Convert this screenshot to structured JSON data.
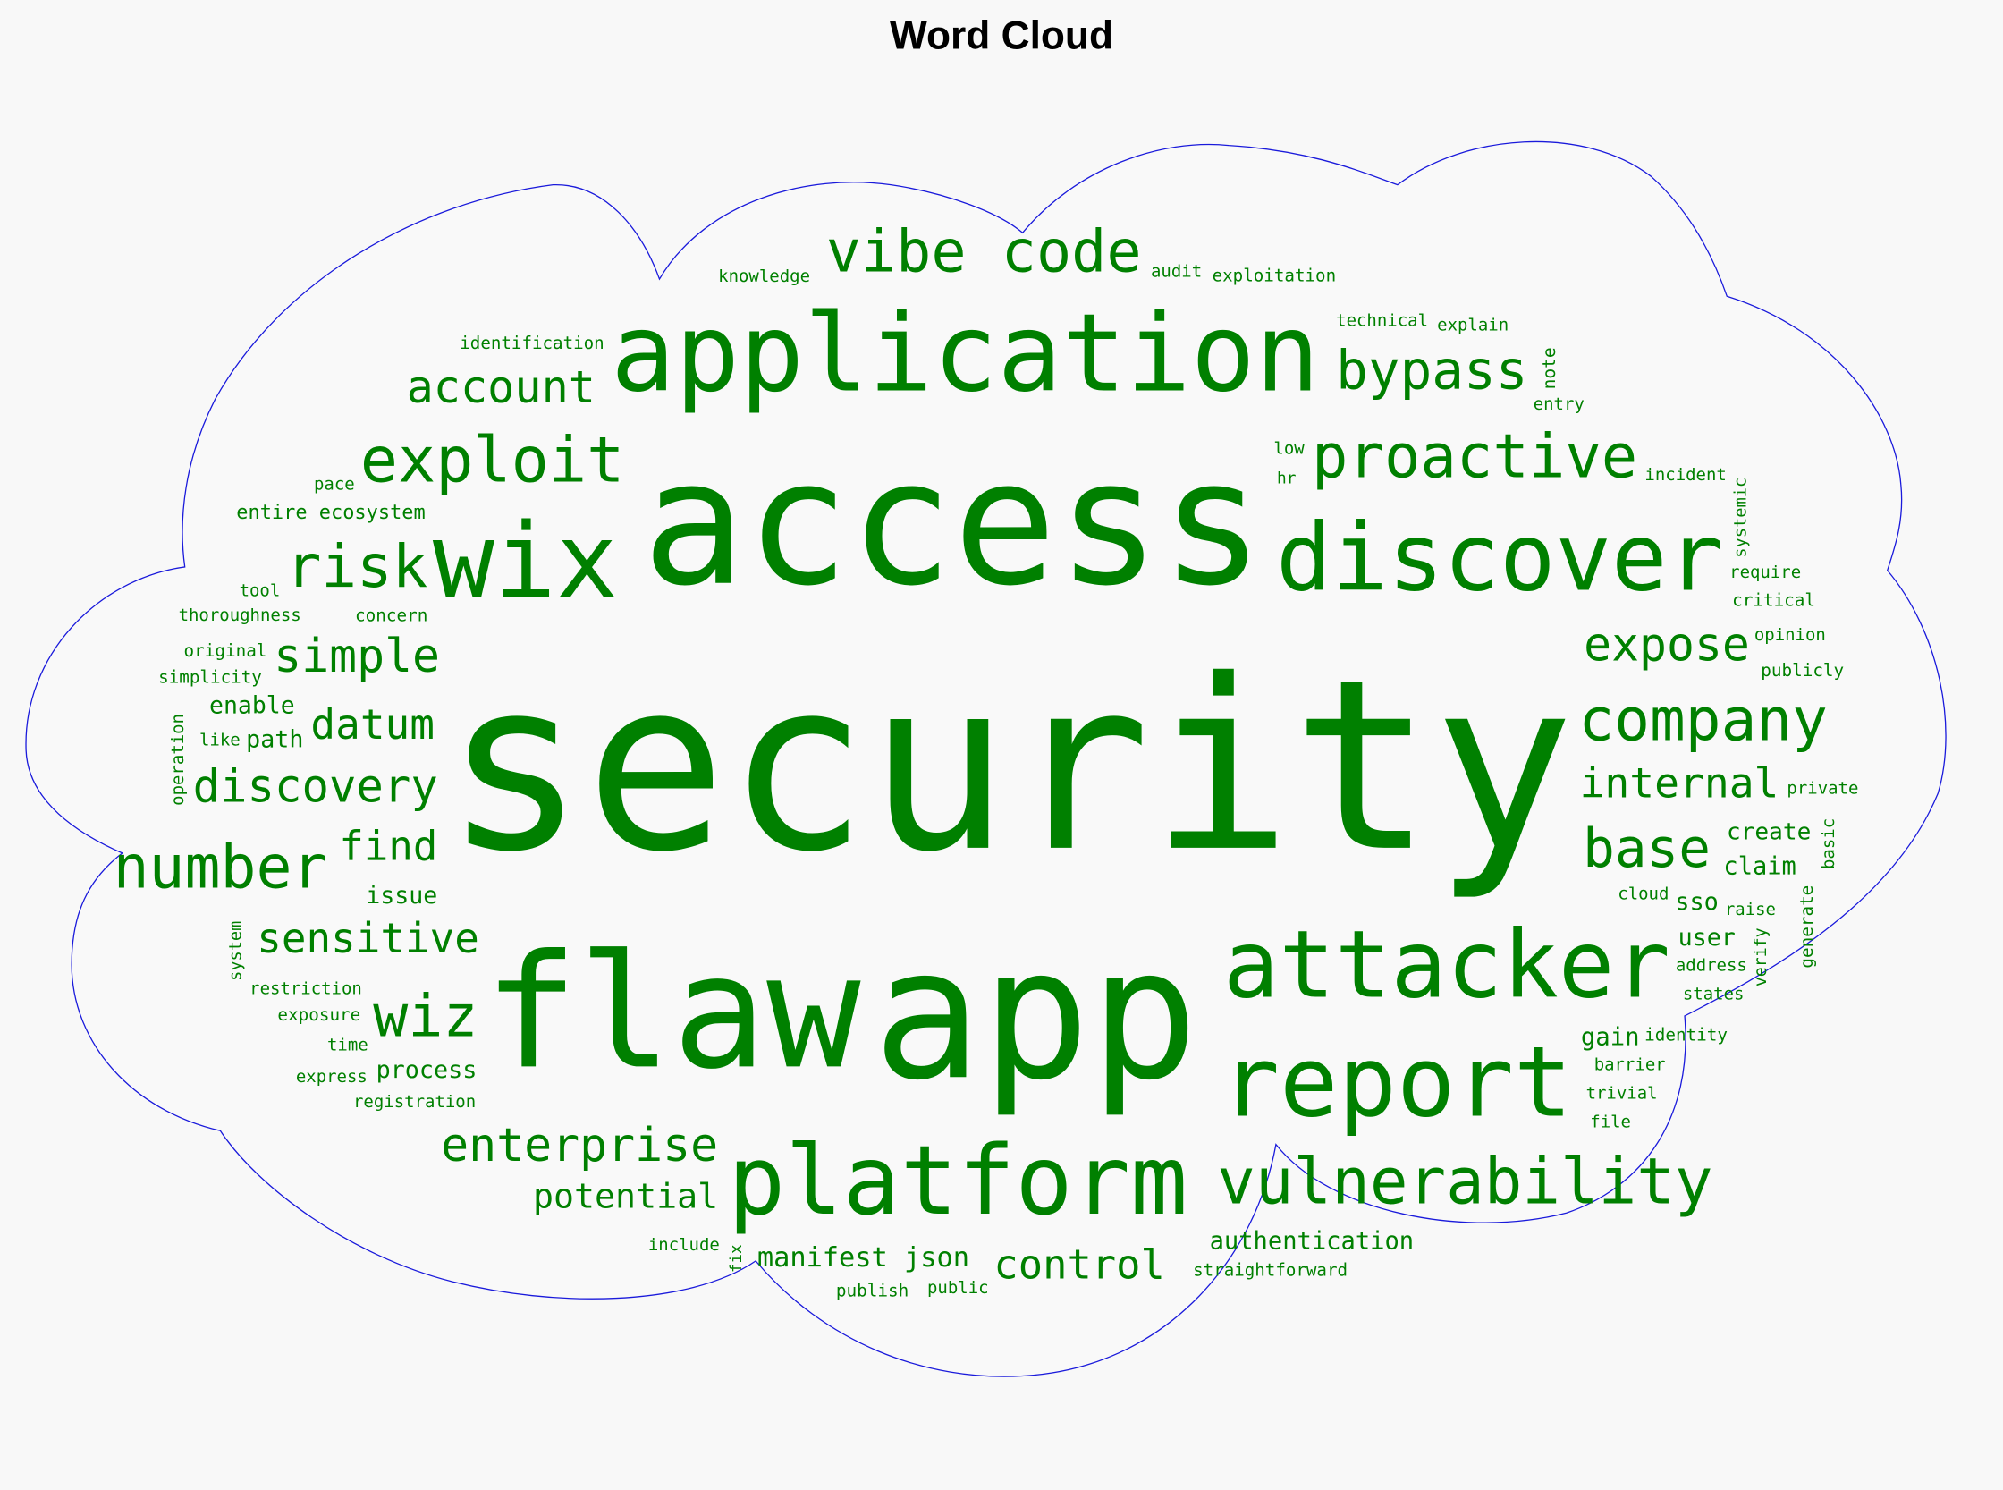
{
  "title": "Word Cloud",
  "colors": {
    "word": "#008000",
    "outline": "#1a1adb",
    "cloud_fill": "#f9f9f9",
    "background": "#f8f8f8"
  },
  "words": [
    "security",
    "app",
    "access",
    "flaw",
    "application",
    "attacker",
    "discover",
    "report",
    "platform",
    "wix",
    "proactive",
    "exploit",
    "vulnerability",
    "discovery",
    "company",
    "internal",
    "datum",
    "find",
    "base",
    "sensitive",
    "simple",
    "enterprise",
    "wiz",
    "risk",
    "bypass",
    "expose",
    "control",
    "vibe code",
    "potential",
    "account",
    "number",
    "manifest json",
    "authentication",
    "issue",
    "gain",
    "process",
    "sso",
    "path",
    "enable",
    "create",
    "claim",
    "entire ecosystem",
    "user",
    "restriction",
    "concern",
    "cloud",
    "registration",
    "address",
    "barrier",
    "technical",
    "exposure",
    "raise",
    "audit",
    "knowledge",
    "identity",
    "entry",
    "thoroughness",
    "identification",
    "exploitation",
    "straightforward",
    "states",
    "simplicity",
    "trivial",
    "original",
    "critical",
    "publicly",
    "hr",
    "opinion",
    "incident",
    "time",
    "include",
    "require",
    "like",
    "tool",
    "private",
    "pace",
    "public",
    "publish",
    "low",
    "explain",
    "express",
    "file",
    "verify",
    "system",
    "operation",
    "fix",
    "systemic",
    "basic",
    "generate",
    "note"
  ]
}
